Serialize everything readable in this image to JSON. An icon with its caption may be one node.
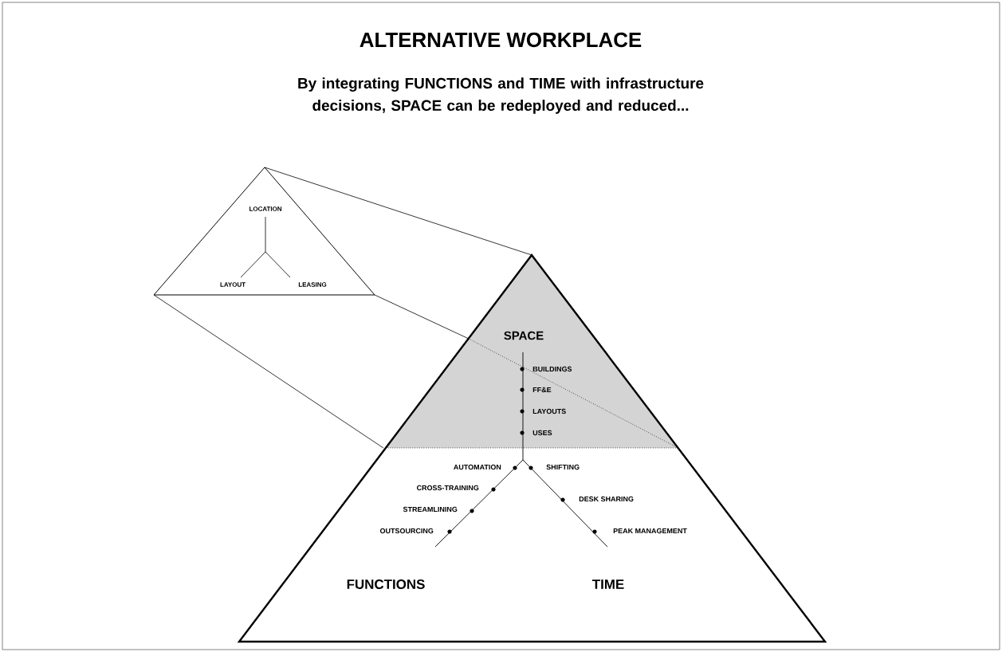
{
  "diagram": {
    "title": "ALTERNATIVE WORKPLACE",
    "labels": [
      "By integrating FUNCTIONS and TIME with infrastructure decisions, SPACE can be redeployed and reduced...",
      "LOCATION",
      "LAYOUT",
      "LEASING",
      "SPACE",
      "BUILDINGS",
      "FF&E",
      "LAYOUTS",
      "USES",
      "AUTOMATION",
      "SHIFTING",
      "CROSS-TRAINING",
      "DESK SHARING",
      "STREAMLINING",
      "OUTSOURCING",
      "PEAK MANAGEMENT",
      "FUNCTIONS",
      "TIME"
    ]
  }
}
